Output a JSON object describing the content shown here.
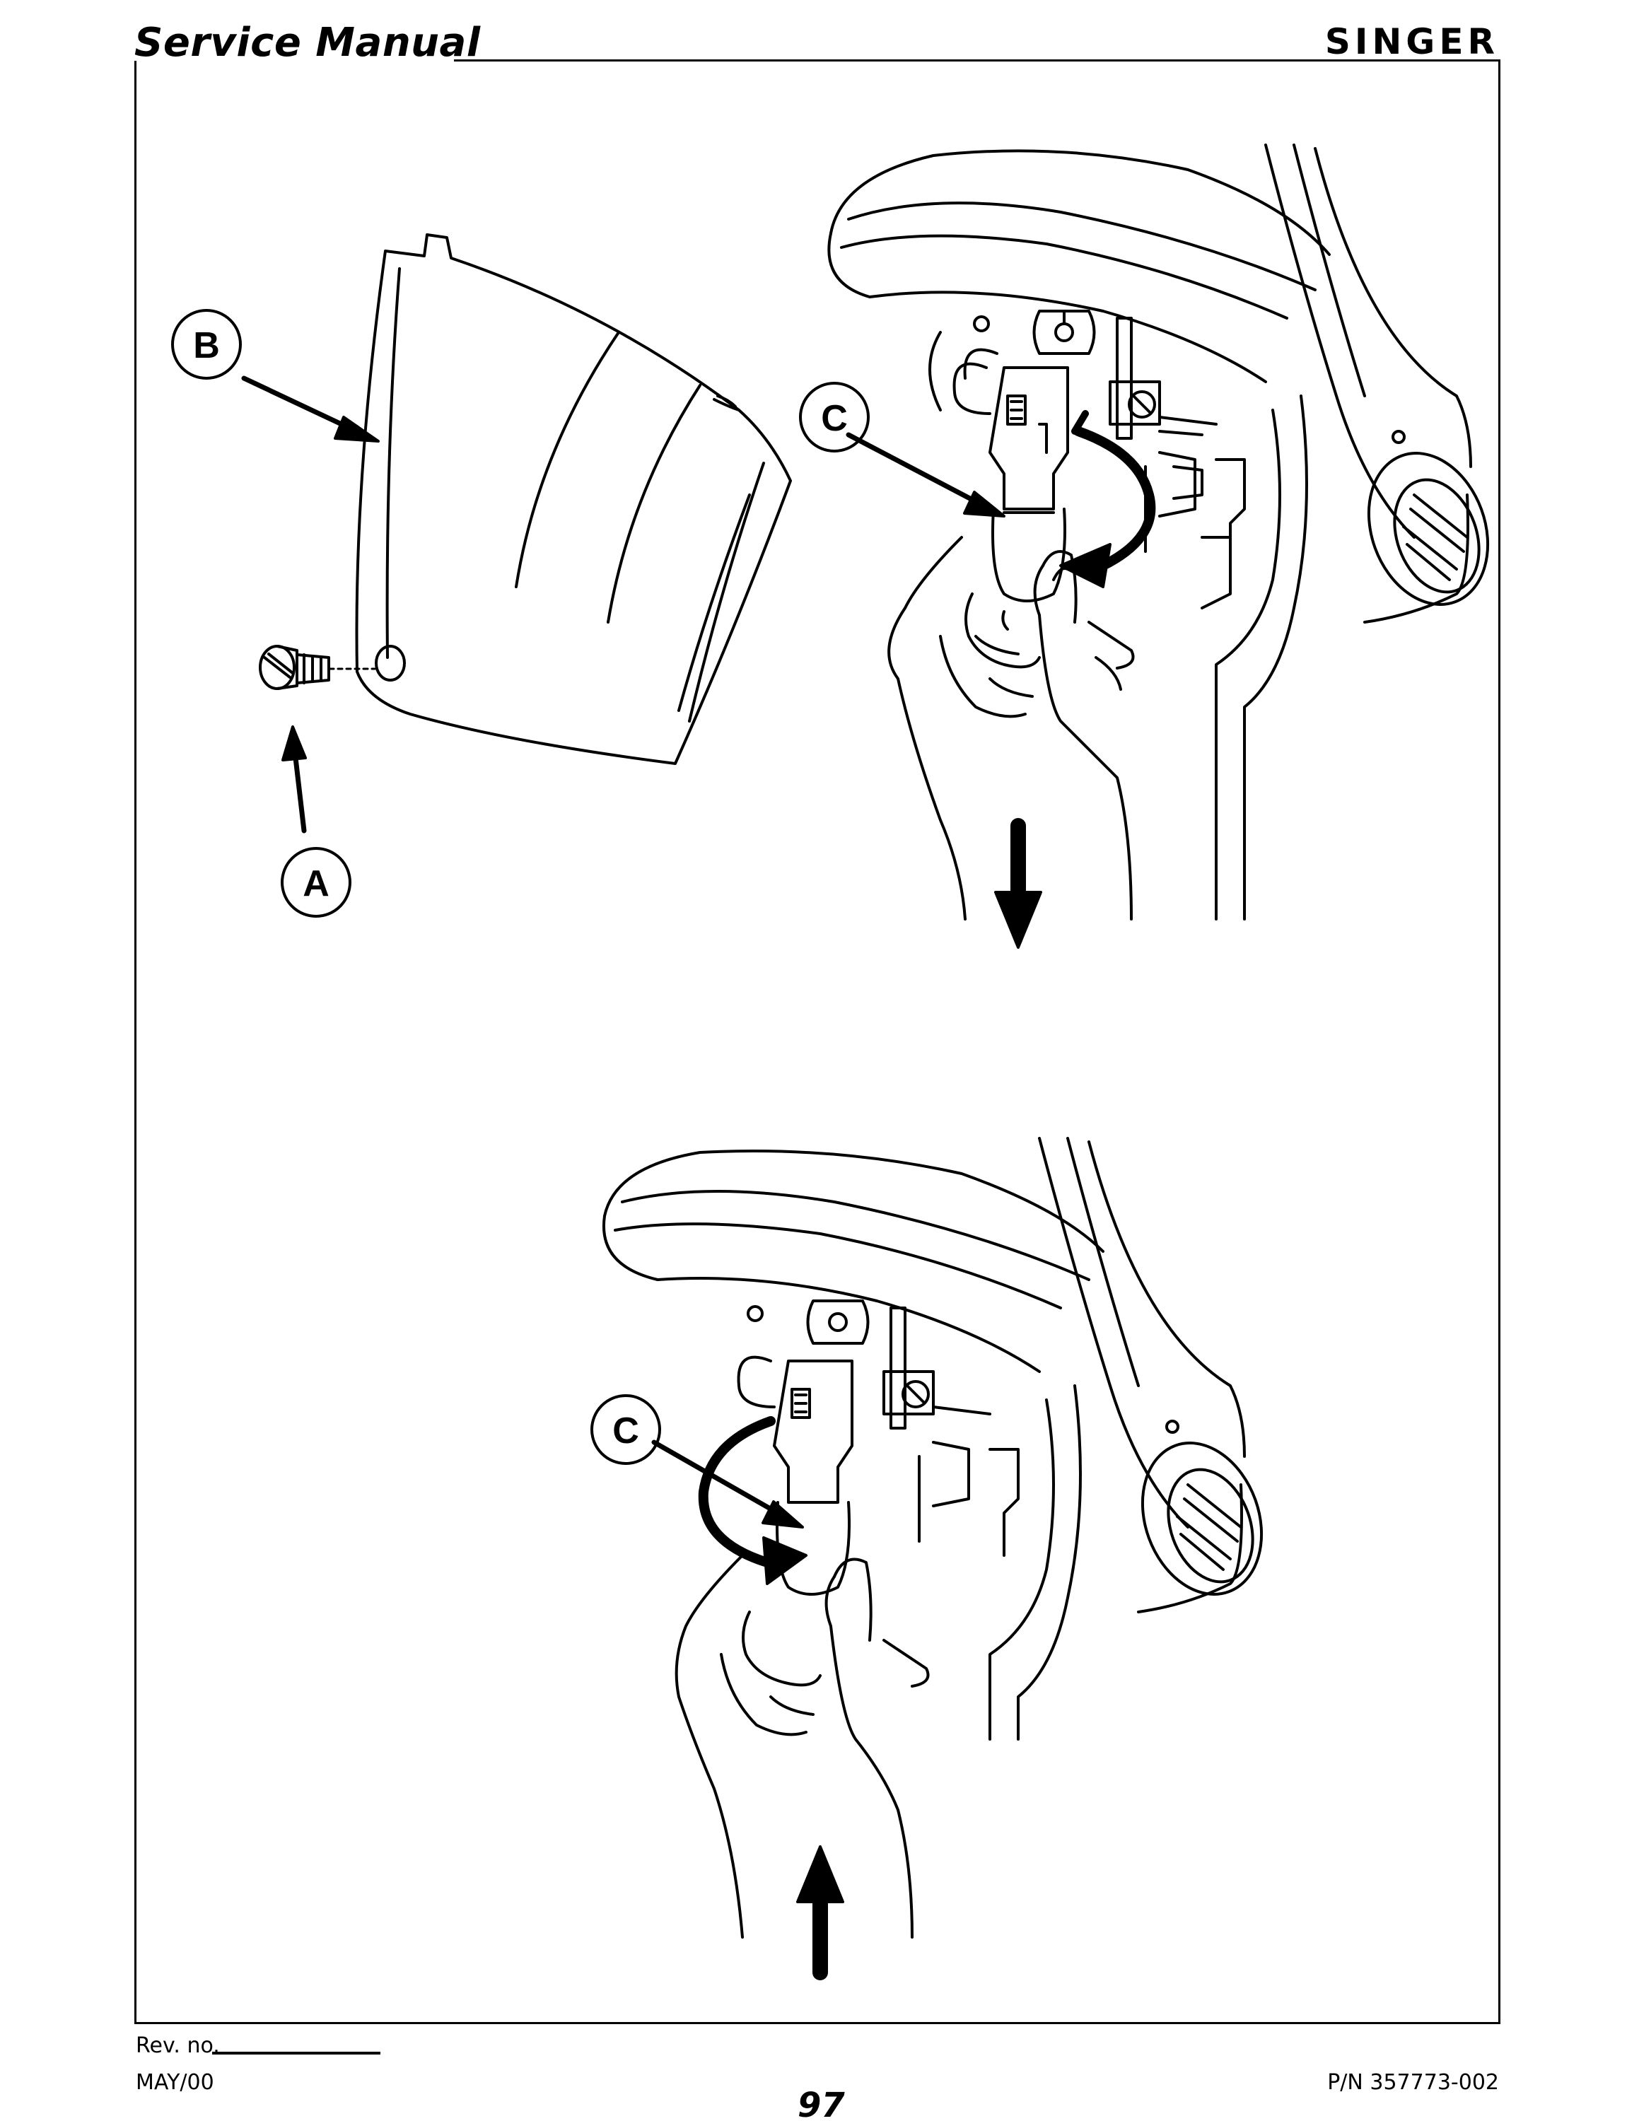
{
  "header": {
    "title": "Service Manual",
    "brand": "SINGER"
  },
  "illustration": {
    "callouts": {
      "a": "A",
      "b": "B",
      "c_top": "C",
      "c_bottom": "C"
    }
  },
  "footer": {
    "rev_label": "Rev. no.",
    "rev_date": "MAY/00",
    "page_number": "97",
    "part_number": "P/N 357773-002"
  }
}
